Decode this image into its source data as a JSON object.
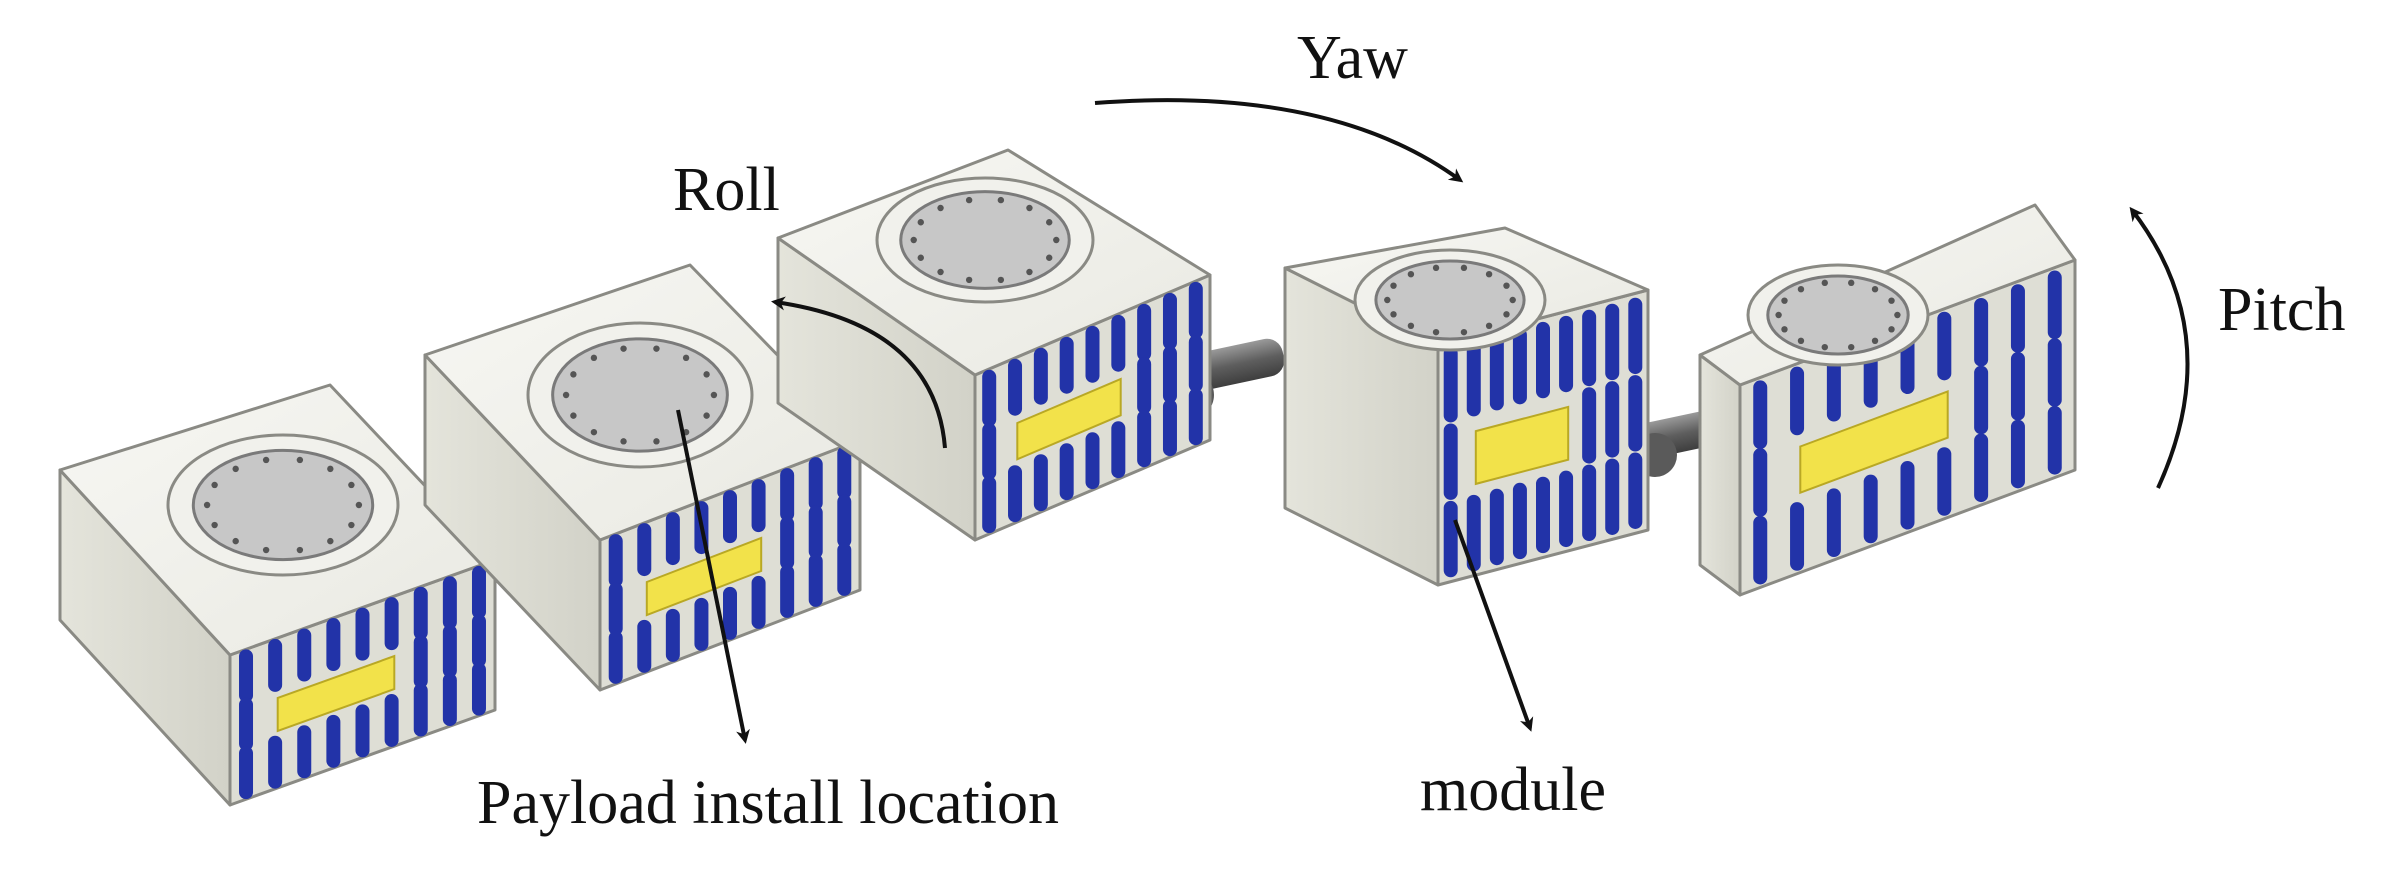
{
  "labels": {
    "yaw": "Yaw",
    "roll": "Roll",
    "pitch": "Pitch",
    "payload": "Payload install location",
    "module": "module"
  },
  "colors": {
    "body_light": "#f3f3ee",
    "body_mid": "#deded5",
    "body_dark": "#c9c9bf",
    "edge": "#8a8a84",
    "vent_blue": "#2233a8",
    "slot_yellow": "#f2e24a",
    "joint_gray": "#6a6a6a",
    "disc_gray": "#c7c7c7",
    "ink": "#111111"
  },
  "icons": {
    "module": "cube-module-icon",
    "hatch": "circular-hatch-icon",
    "joint": "joint-connector-icon",
    "arrow": "curved-arrow-icon"
  }
}
